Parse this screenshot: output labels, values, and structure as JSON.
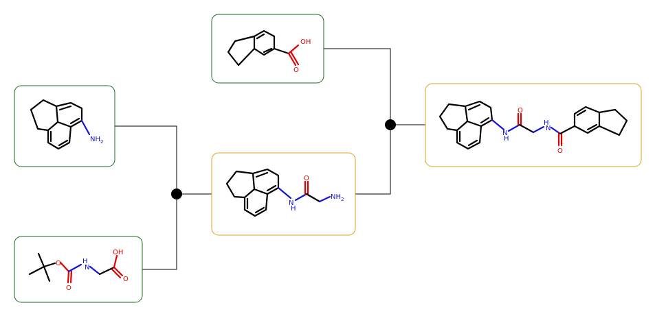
{
  "colors": {
    "reactant_border": "#1a6b1a",
    "product_border": "#e0a020",
    "oxygen": "#e00000",
    "nitrogen": "#1515d0",
    "bond": "#000000",
    "junction": "#000000"
  },
  "nodes": [
    {
      "id": "indane-carboxylic-acid",
      "role": "reactant",
      "labels": {
        "oh": "OH",
        "o": "O"
      }
    },
    {
      "id": "aminoacenaphthene",
      "role": "reactant",
      "labels": {
        "nh2": "NH",
        "nh2_sub": "2"
      }
    },
    {
      "id": "boc-glycine",
      "role": "reactant",
      "labels": {
        "o1": "O",
        "nh": "H",
        "n": "N",
        "o2": "O",
        "oh": "OH",
        "o3": "O"
      }
    },
    {
      "id": "intermediate-amide",
      "role": "intermediate",
      "labels": {
        "n": "N",
        "h": "H",
        "o": "O",
        "nh2": "NH",
        "nh2_sub": "2"
      }
    },
    {
      "id": "final-product",
      "role": "product",
      "labels": {
        "n1": "N",
        "h1": "H",
        "o1": "O",
        "n2": "N",
        "h2": "H",
        "o2": "O"
      }
    }
  ],
  "reactions": [
    {
      "inputs": [
        "aminoacenaphthene",
        "boc-glycine"
      ],
      "output": "intermediate-amide"
    },
    {
      "inputs": [
        "indane-carboxylic-acid",
        "intermediate-amide"
      ],
      "output": "final-product"
    }
  ]
}
